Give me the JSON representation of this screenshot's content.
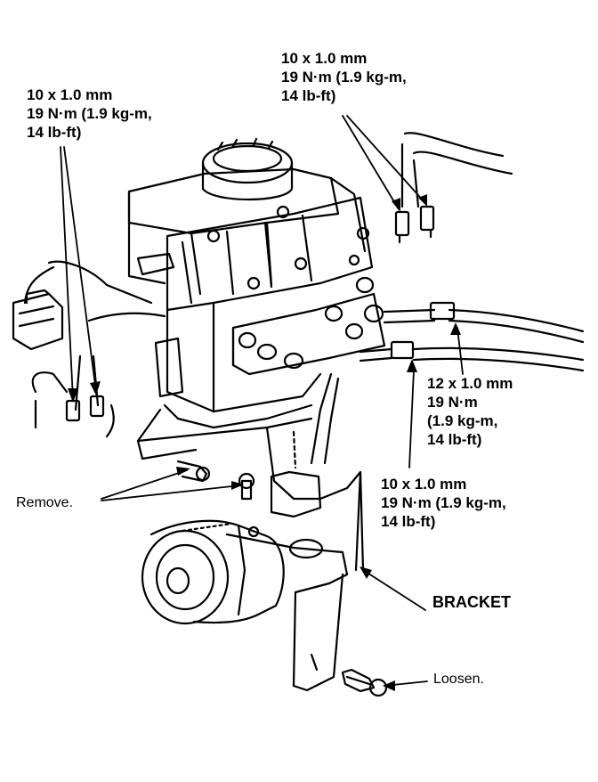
{
  "callouts": {
    "top_left": {
      "size": "10 x 1.0 mm",
      "torque": "19 N·m (1.9 kg-m,",
      "torque_cont": "14 lb-ft)"
    },
    "top_right": {
      "size": "10 x 1.0 mm",
      "torque": "19 N·m (1.9 kg-m,",
      "torque_cont": "14 lb-ft)"
    },
    "mid_right": {
      "size": "12 x 1.0 mm",
      "torque": "19 N·m",
      "torque_kgm": "(1.9 kg-m,",
      "torque_lbft": "14 lb-ft)"
    },
    "lower_right": {
      "size": "10 x 1.0 mm",
      "torque": "19 N·m (1.9 kg-m,",
      "torque_cont": "14 lb-ft)"
    }
  },
  "labels": {
    "remove": "Remove.",
    "bracket": "BRACKET",
    "loosen": "Loosen."
  }
}
